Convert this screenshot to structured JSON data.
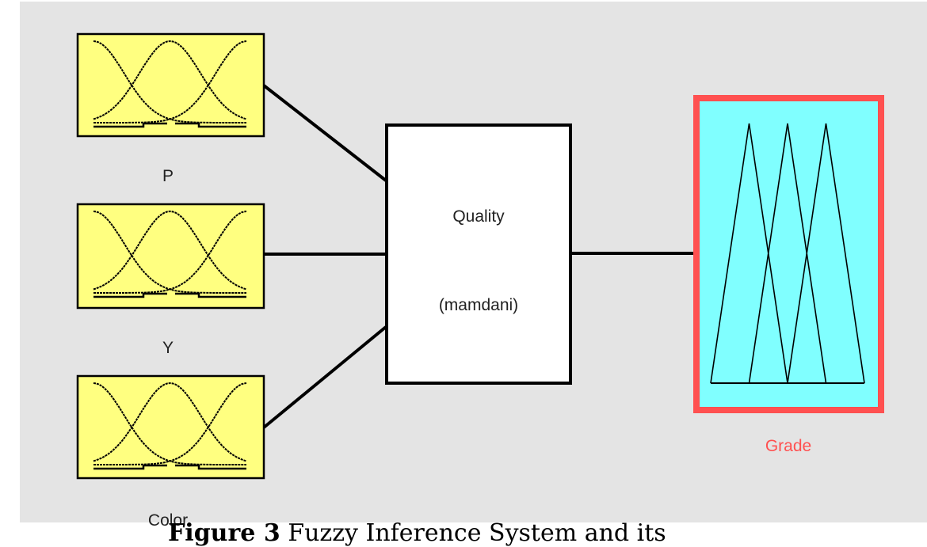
{
  "figure": {
    "caption_label": "Figure 3",
    "caption_text": "Fuzzy Inference System and its"
  },
  "system": {
    "name": "Quality",
    "type": "(mamdani)"
  },
  "inputs": [
    {
      "name": "P",
      "mf_type": "gaussian",
      "mf_count": 3
    },
    {
      "name": "Y",
      "mf_type": "gaussian",
      "mf_count": 3
    },
    {
      "name": "Color",
      "mf_type": "gaussian",
      "mf_count": 3
    }
  ],
  "output": {
    "name": "Grade",
    "mf_type": "triangular",
    "mf_count": 3
  },
  "colors": {
    "panel_bg": "#e4e4e4",
    "input_fill": "#ffff80",
    "output_fill": "#80ffff",
    "output_border": "#ff5050",
    "output_label": "#ff5050",
    "line": "#000000"
  }
}
